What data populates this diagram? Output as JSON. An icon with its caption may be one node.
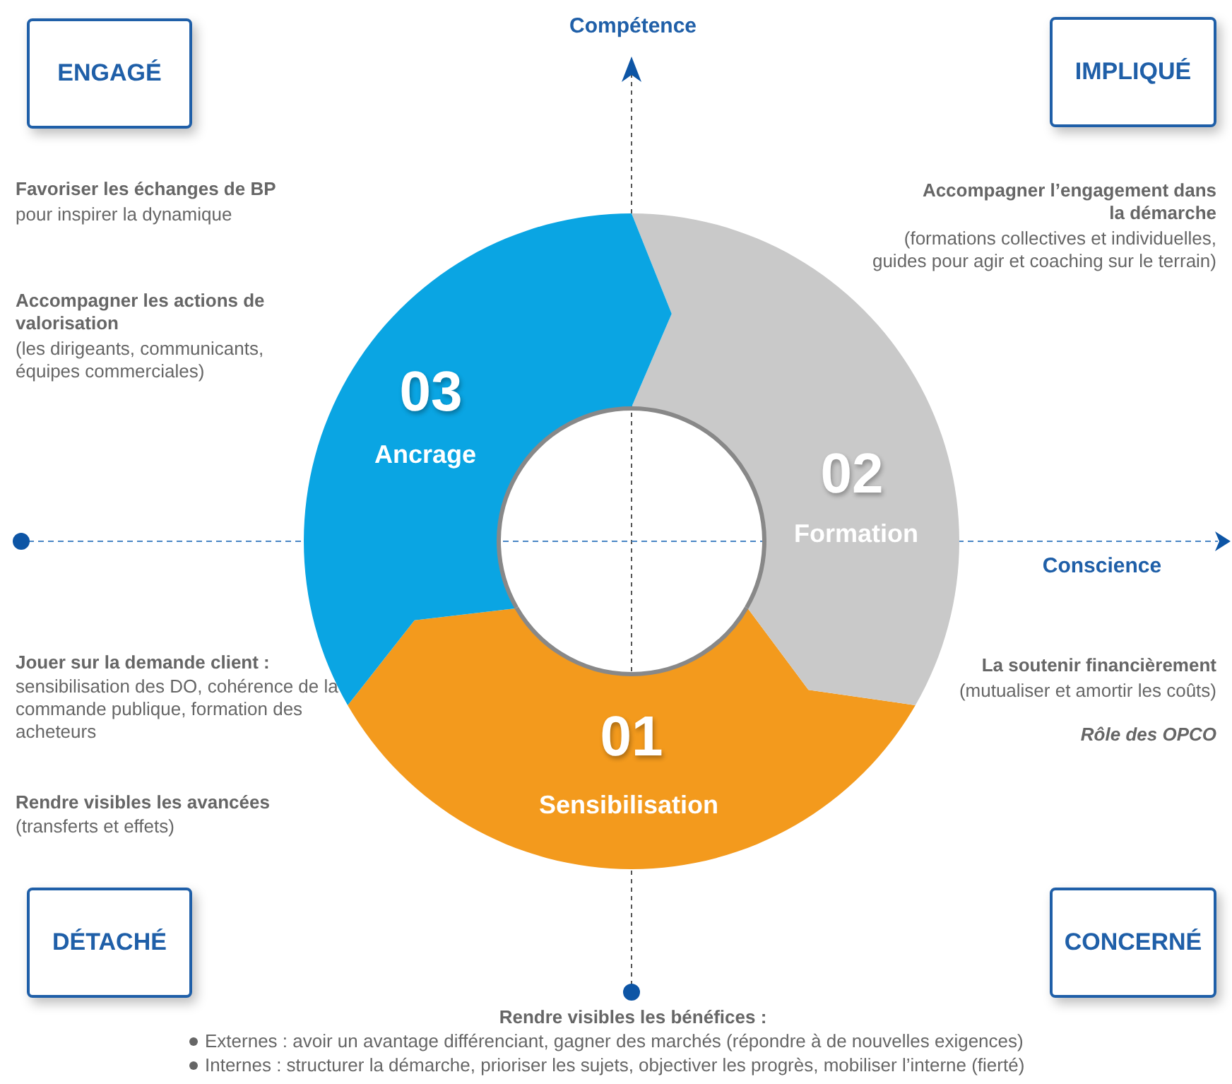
{
  "diagram": {
    "nodes": [
      {
        "text": [
          "ENGAGÉ"
        ]
      },
      {
        "text": [
          "IMPLIQUÉ"
        ]
      },
      {
        "text": [
          "03",
          "Ancrage"
        ]
      },
      {
        "text": [
          "02",
          "Formation"
        ]
      },
      {
        "text": [
          "01",
          "Sensibilisation"
        ]
      },
      {
        "text": [
          "DÉTACHÉ"
        ]
      },
      {
        "text": [
          "CONCERNÉ"
        ]
      }
    ],
    "labels": [
      "Compétence",
      "Favoriser les échanges de BP",
      "pour inspirer la dynamique",
      "Accompagner l’engagement dans la démarche",
      "(formations collectives et individuelles, guides pour agir et coaching sur le terrain)",
      "Accompagner les actions de valorisation",
      "(les dirigeants, communicants, équipes commerciales)",
      "Conscience",
      "Jouer sur la demande client :",
      "sensibilisation des DO, cohérence de la commande publique, formation des acheteurs",
      "La soutenir financièrement",
      "(mutualiser et amortir les coûts)",
      "Rôle des OPCO",
      "Rendre visibles les avancées",
      "(transferts et effets)",
      "Rendre visibles les bénéfices :",
      "Externes : avoir un avantage différenciant, gagner des marchés (répondre à de nouvelles exigences)",
      "Internes : structurer la démarche, prioriser les sujets, objectiver les progrès, mobiliser l’interne (fierté)"
    ]
  }
}
